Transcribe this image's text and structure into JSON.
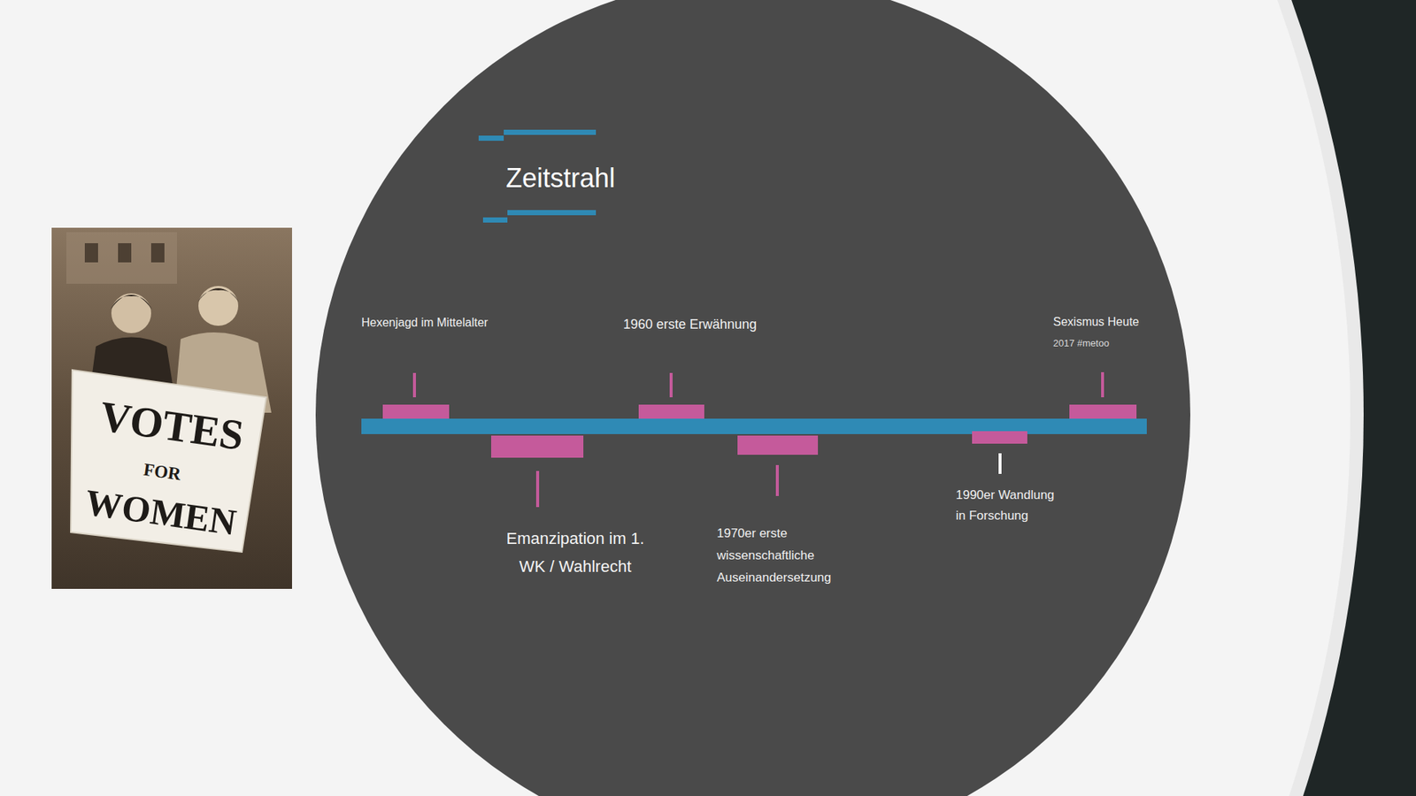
{
  "diagram": {
    "title": "Zeitstrahl",
    "nodes": [
      {
        "text": [
          "Hexenjagd im Mittelalter"
        ]
      },
      {
        "text": [
          "Emanzipation im 1. WK / Wahlrecht"
        ]
      },
      {
        "text": [
          "1960 erste Erwähnung"
        ]
      },
      {
        "text": [
          "1970er erste wissenschaftliche Auseinandersetzung"
        ]
      },
      {
        "text": [
          "1990er Wandlung in Forschung"
        ]
      },
      {
        "text": [
          "Sexismus Heute",
          "2017 #metoo"
        ]
      }
    ],
    "labels": [
      "VOTES",
      "FOR",
      "WOMEN"
    ]
  }
}
